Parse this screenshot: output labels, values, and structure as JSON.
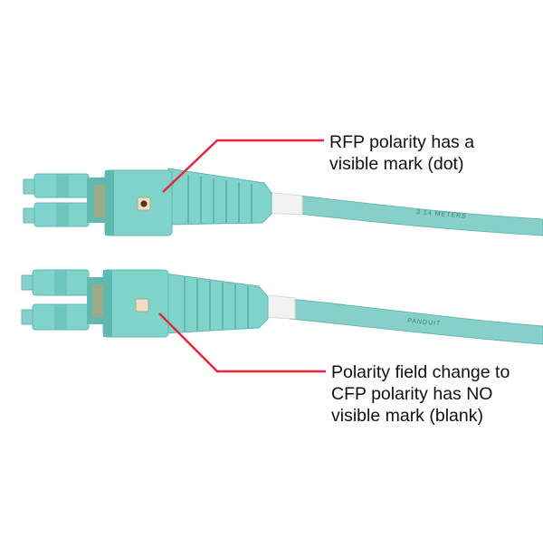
{
  "colors": {
    "connector_body": "#7fd3cb",
    "connector_shade": "#5fb9b0",
    "connector_dark": "#3f9a92",
    "cable": "#86d0c9",
    "boot_white": "#f4f4f4",
    "leader_line": "#e8253c",
    "mark_dot": "#4a3a1a",
    "mark_blank": "#e9dfc7"
  },
  "callouts": {
    "rfp": {
      "lines": [
        "RFP polarity has a",
        "visible mark (dot)"
      ]
    },
    "cfp": {
      "lines": [
        "Polarity field change to",
        "CFP polarity has NO",
        "visible mark (blank)"
      ]
    }
  },
  "cable_print": {
    "top": "3.14 METERS",
    "bottom": "PANDUIT"
  }
}
